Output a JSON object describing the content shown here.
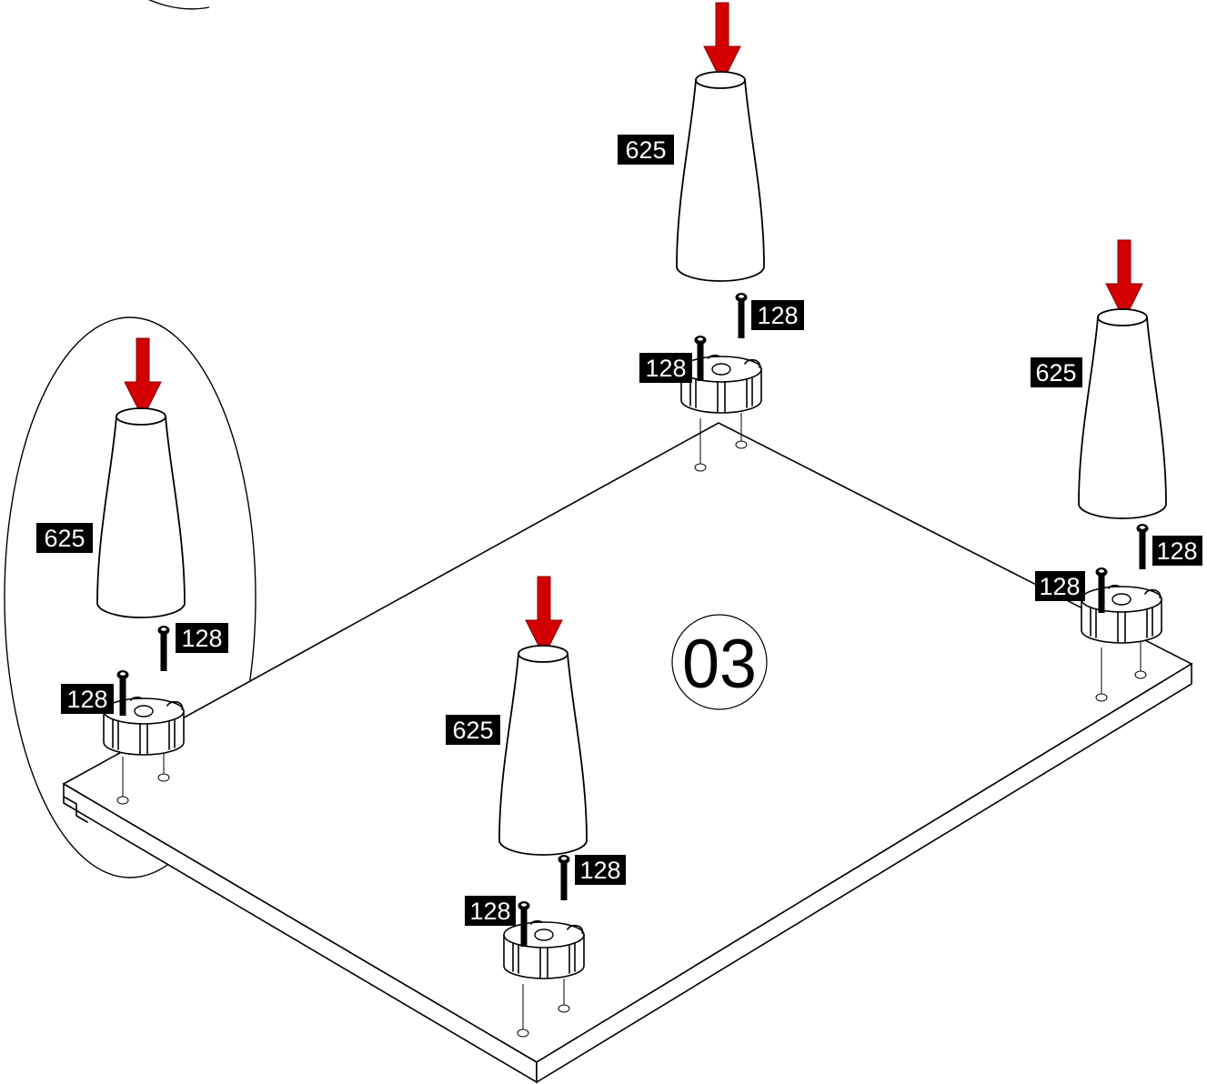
{
  "step": {
    "number": "03"
  },
  "legs": [
    {
      "part_label": "625",
      "screw_label_top": "128",
      "screw_label_side": "128",
      "detail": true
    },
    {
      "part_label": "625",
      "screw_label_top": "128",
      "screw_label_side": "128"
    },
    {
      "part_label": "625",
      "screw_label_top": "128",
      "screw_label_side": "128"
    },
    {
      "part_label": "625",
      "screw_label_top": "128",
      "screw_label_side": "128"
    }
  ],
  "colors": {
    "arrow": "#d20000",
    "label_bg": "#000000",
    "label_text": "#ffffff",
    "line": "#000000"
  },
  "icons": {
    "insert_direction": "down-arrow-icon"
  }
}
